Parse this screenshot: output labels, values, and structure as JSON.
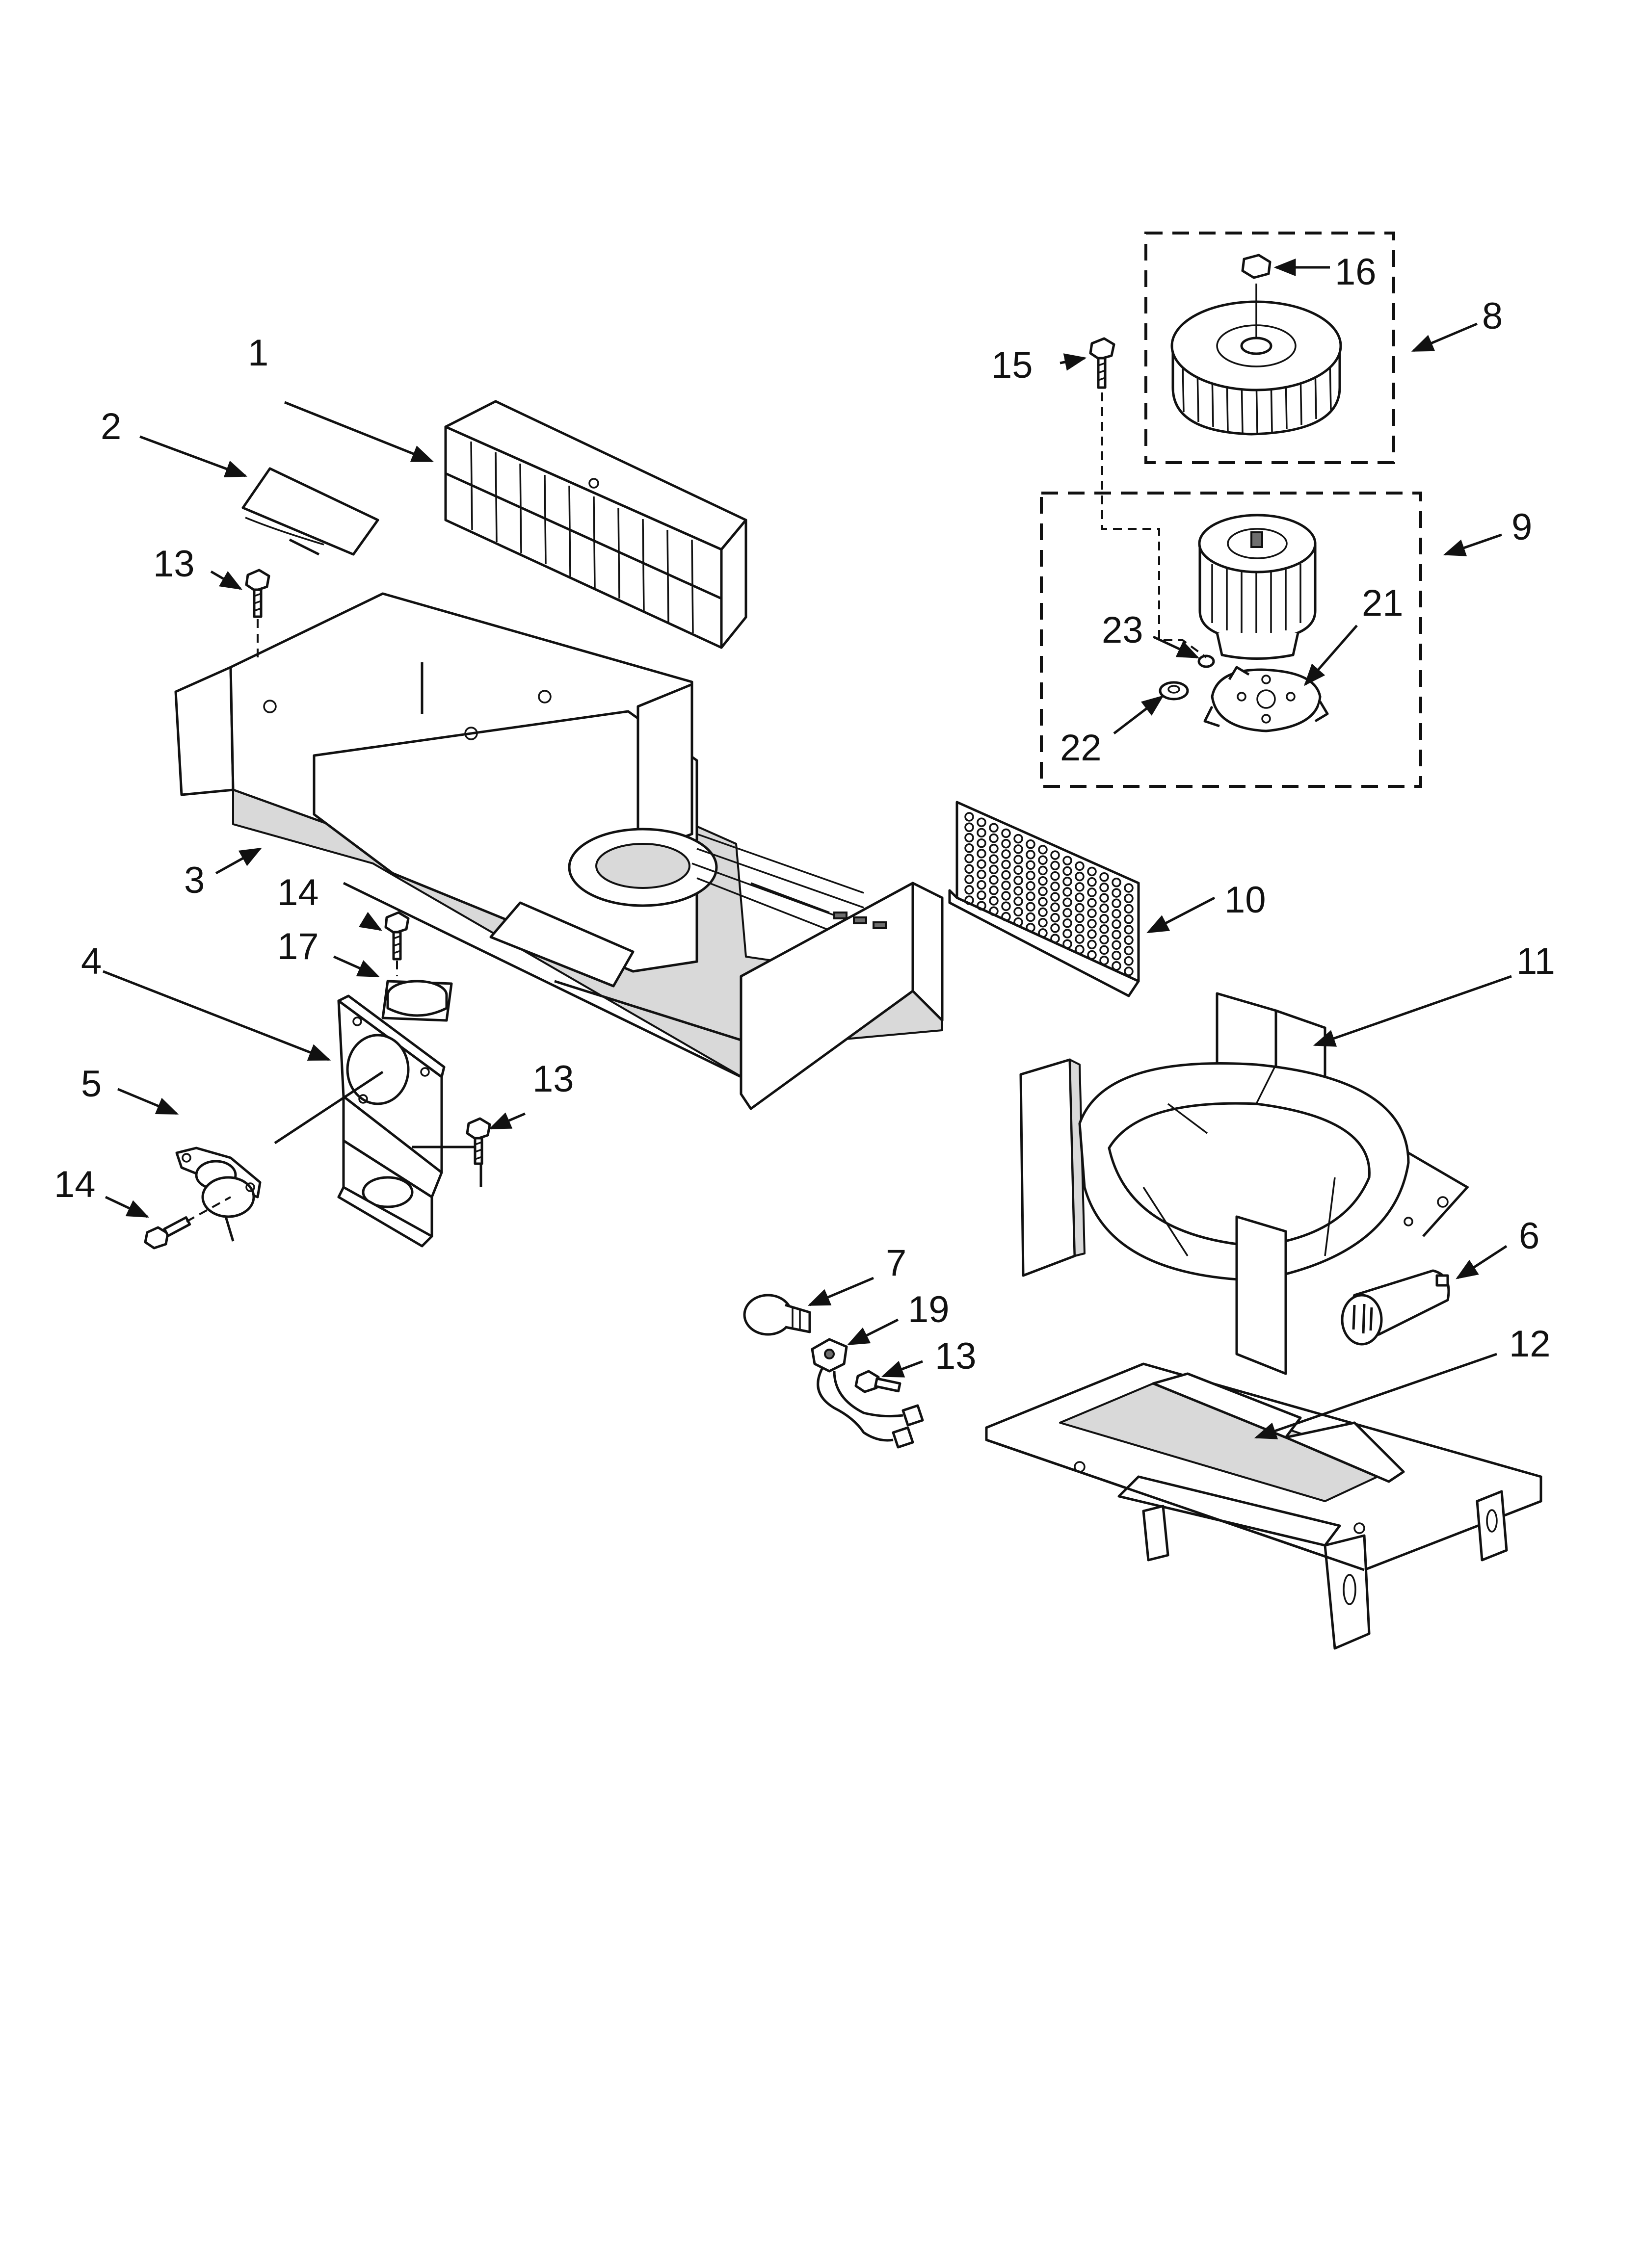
{
  "callouts": {
    "c1": "1",
    "c2": "2",
    "c3": "3",
    "c4": "4",
    "c5": "5",
    "c6": "6",
    "c7": "7",
    "c8": "8",
    "c9": "9",
    "c10": "10",
    "c11": "11",
    "c12": "12",
    "c13a": "13",
    "c13b": "13",
    "c13c": "13",
    "c14a": "14",
    "c14b": "14",
    "c15": "15",
    "c16": "16",
    "c17": "17",
    "c19": "19",
    "c21": "21",
    "c22": "22",
    "c23": "23"
  }
}
